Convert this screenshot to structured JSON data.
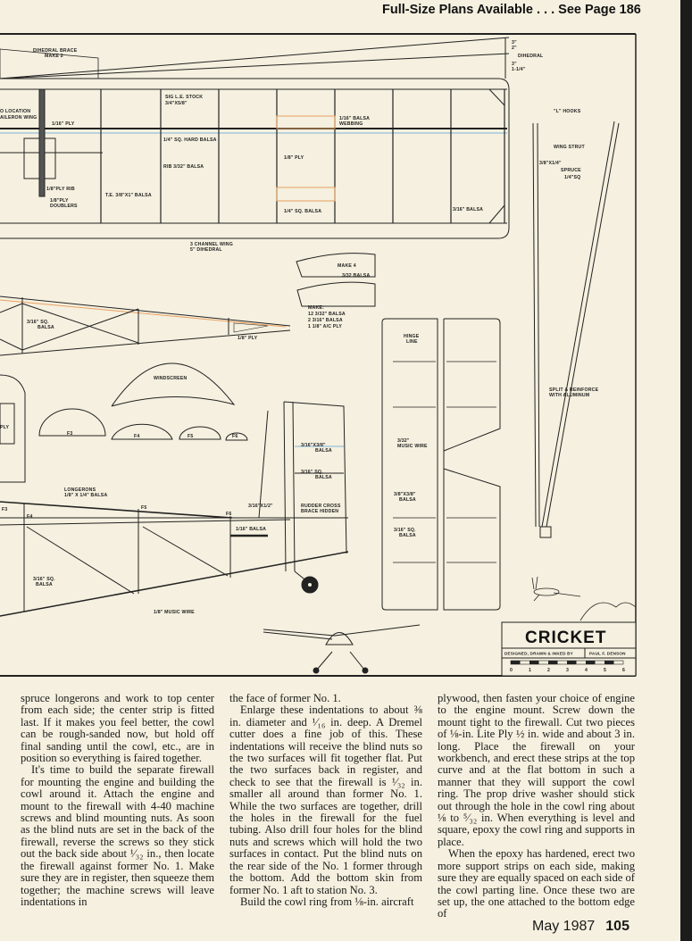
{
  "header": {
    "text": "Full-Size Plans Available . . . See Page 186"
  },
  "plan": {
    "title": "CRICKET",
    "credit_label": "DESIGNED, DRAWN & INKED BY",
    "designer": "PAUL F. DENSON",
    "scale_ticks": [
      "0",
      "1",
      "2",
      "3",
      "4",
      "5",
      "6"
    ],
    "labels": [
      "DIHEDRAL BRACE",
      "MAKE 2",
      "O LOCATION",
      "AILERON WING",
      "1/16\" PLY",
      "SIG L.E. STOCK",
      "3/4\"X5/8\"",
      "1/4\" SQ. HARD BALSA",
      "RIB 3/32\" BALSA",
      "1/8\"PLY RIB",
      "1/8\"PLY",
      "DOUBLERS",
      "T.E. 3/8\"X1\" BALSA",
      "1/16\" BALSA",
      "WEBBING",
      "1/8\" PLY",
      "1/4\" SQ. BALSA",
      "3/16\" BALSA",
      "3\"",
      "2\"",
      "DIHEDRAL",
      "3\"",
      "1-1/4\"",
      "3 CHANNEL WING",
      "5\" DIHEDRAL",
      "\"L\" HOOKS",
      "WING STRUT",
      "3/8\"X1/4\"",
      "SPRUCE",
      "1/4\"SQ",
      "SPLIT & REINFORCE",
      "WITH ALUMINUM",
      "MAKE 4",
      "3/32 BALSA",
      "MAKE:",
      "12  3/32\" BALSA",
      "2  3/16\" BALSA",
      "1  1/8\" A/C PLY",
      "3/16\" SQ.",
      "BALSA",
      "1/8\" PLY",
      "WINDSCREEN",
      "F3",
      "F4",
      "F5",
      "F6",
      "HINGE",
      "LINE",
      "3/32\"",
      "MUSIC WIRE",
      "3/8\"X3/8\"",
      "BALSA",
      "3/16\" SQ.",
      "BALSA",
      "LONGERONS",
      "1/8\" X 1/4\" BALSA",
      "F3",
      "F4",
      "F5",
      "F6",
      "3/16\"X3/8\"",
      "BALSA",
      "3/16\" SQ.",
      "BALSA",
      "3/16\"X1/2\"",
      "RUDDER CROSS",
      "BRACE HIDDEN",
      "1/16\" BALSA",
      "3/16\" SQ.",
      "BALSA",
      "1/8\" MUSIC WIRE",
      "PLY"
    ]
  },
  "article": {
    "col1": [
      {
        "cont": true,
        "text": "spruce longerons and work to top center from each side; the center strip is fitted last. If it makes you feel better, the cowl can be rough-sanded now, but hold off final sanding until the cowl, etc., are in position so everything is faired together."
      },
      {
        "cont": false,
        "text": "It's time to build the separate firewall for mounting the engine and building the cowl around it. Attach the engine and mount to the firewall with 4-40 machine screws and blind mounting nuts. As soon as the blind nuts are set in the back of the firewall, reverse the screws so they stick out the back side about ¹⁄₃₂ in., then locate the firewall against former No. 1. Make sure they are in register, then squeeze them together; the machine screws will leave indentations in"
      }
    ],
    "col2": [
      {
        "cont": true,
        "text": "the face of former No. 1."
      },
      {
        "cont": false,
        "text": "Enlarge these indentations to about ⅜ in. diameter and ¹⁄₁₆ in. deep. A Dremel cutter does a fine job of this. These indentations will receive the blind nuts so the two surfaces will fit together flat. Put the two surfaces back in register, and check to see that the firewall is ¹⁄₃₂ in. smaller all around than former No. 1. While the two surfaces are together, drill the holes in the firewall for the fuel tubing. Also drill four holes for the blind nuts and screws which will hold the two surfaces in contact. Put the blind nuts on the rear side of the No. 1 former through the bottom. Add the bottom skin from former No. 1 aft to station No. 3."
      },
      {
        "cont": false,
        "text": "Build the cowl ring from ⅛-in. aircraft"
      }
    ],
    "col3": [
      {
        "cont": true,
        "text": "plywood, then fasten your choice of engine to the engine mount. Screw down the mount tight to the firewall. Cut two pieces of ⅛-in. Lite Ply ½ in. wide and about 3 in. long. Place the firewall on your workbench, and erect these strips at the top curve and at the flat bottom in such a manner that they will support the cowl ring. The prop drive washer should stick out through the hole in the cowl ring about ⅛ to ⁵⁄₃₂ in. When everything is level and square, epoxy the cowl ring and supports in place."
      },
      {
        "cont": false,
        "text": "When the epoxy has hardened, erect two more support strips on each side, making sure they are equally spaced on each side of the cowl parting line. Once these two are set up, the one attached to the bottom edge of"
      }
    ]
  },
  "footer": {
    "issue": "May 1987",
    "page": "105"
  },
  "colors": {
    "paper": "#f5f0df",
    "ink": "#1a1a1a",
    "balsa_tint": "#e8a060",
    "blue_tint": "#7fb3d8"
  }
}
